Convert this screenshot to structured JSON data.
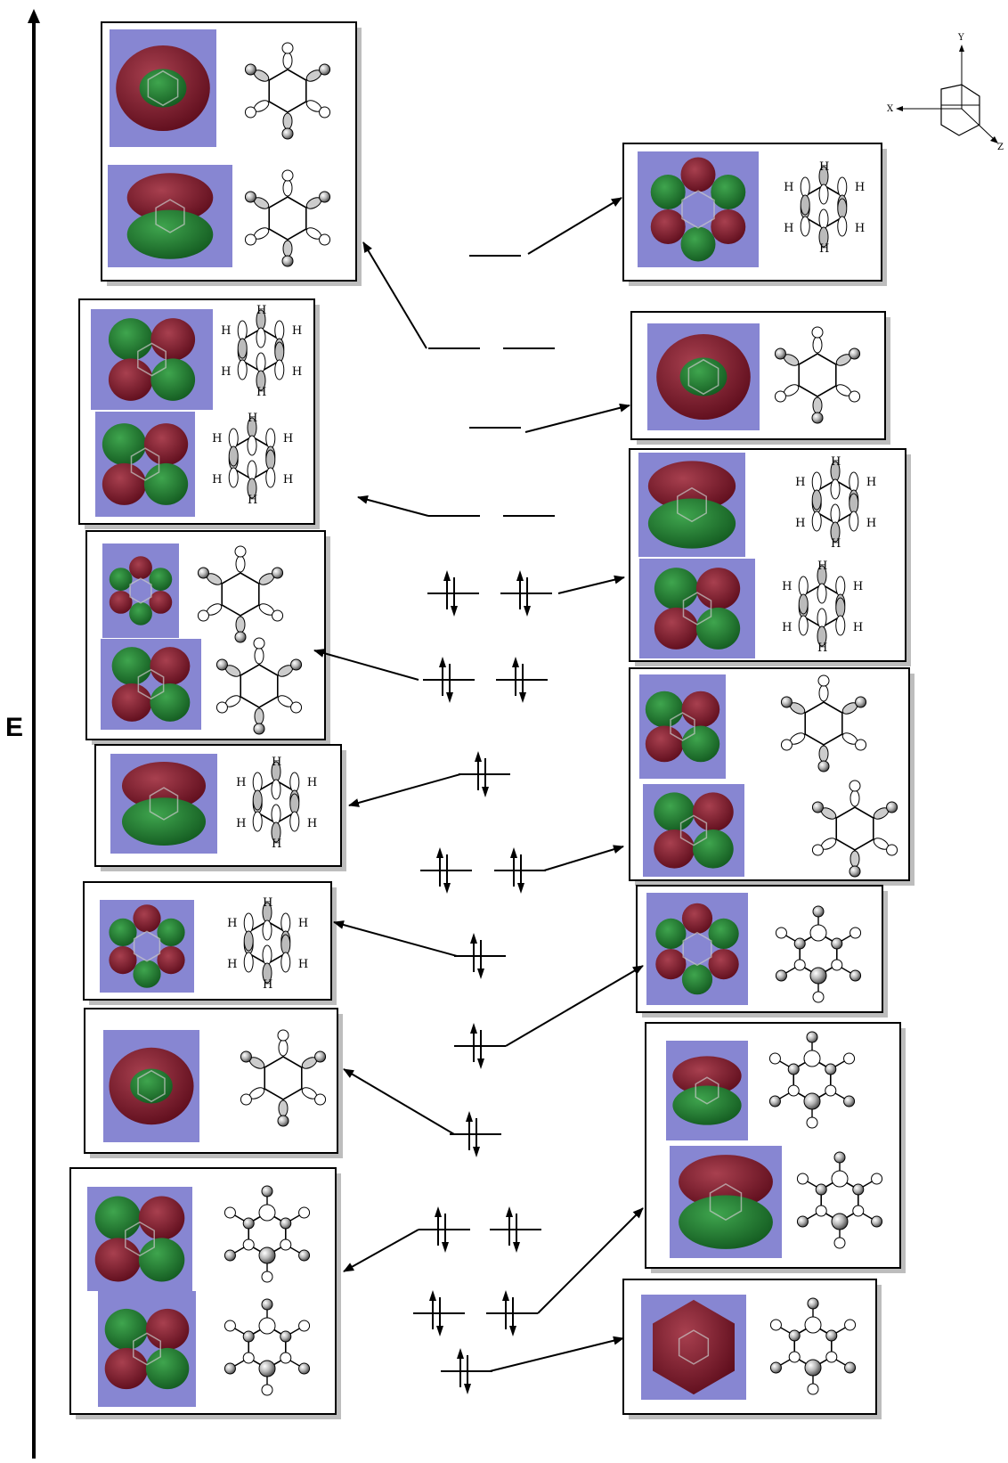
{
  "energy_axis": {
    "label": "E"
  },
  "coordinate_axes": {
    "x": "X",
    "y": "Y",
    "z": "Z"
  },
  "atom_label": "H",
  "colors": {
    "panel_background": "#8786d2",
    "lobe_positive": "#7a1428",
    "lobe_negative": "#1f7a2e",
    "box_shadow": "#bdbdbd",
    "arrow": "#000000"
  },
  "energy_levels": [
    {
      "id": "L1",
      "degenerate": false,
      "electrons": 0
    },
    {
      "id": "L2",
      "degenerate": true,
      "electrons": 0
    },
    {
      "id": "L3",
      "degenerate": false,
      "electrons": 0
    },
    {
      "id": "L4",
      "degenerate": true,
      "electrons": 0
    },
    {
      "id": "L5",
      "degenerate": true,
      "electrons": 4
    },
    {
      "id": "L6",
      "degenerate": true,
      "electrons": 4
    },
    {
      "id": "L7",
      "degenerate": false,
      "electrons": 2
    },
    {
      "id": "L8",
      "degenerate": true,
      "electrons": 4
    },
    {
      "id": "L9",
      "degenerate": false,
      "electrons": 2
    },
    {
      "id": "L10",
      "degenerate": false,
      "electrons": 2
    },
    {
      "id": "L11",
      "degenerate": false,
      "electrons": 2
    },
    {
      "id": "L12",
      "degenerate": true,
      "electrons": 4
    },
    {
      "id": "L13",
      "degenerate": true,
      "electrons": 4
    },
    {
      "id": "L14",
      "degenerate": false,
      "electrons": 2
    }
  ]
}
